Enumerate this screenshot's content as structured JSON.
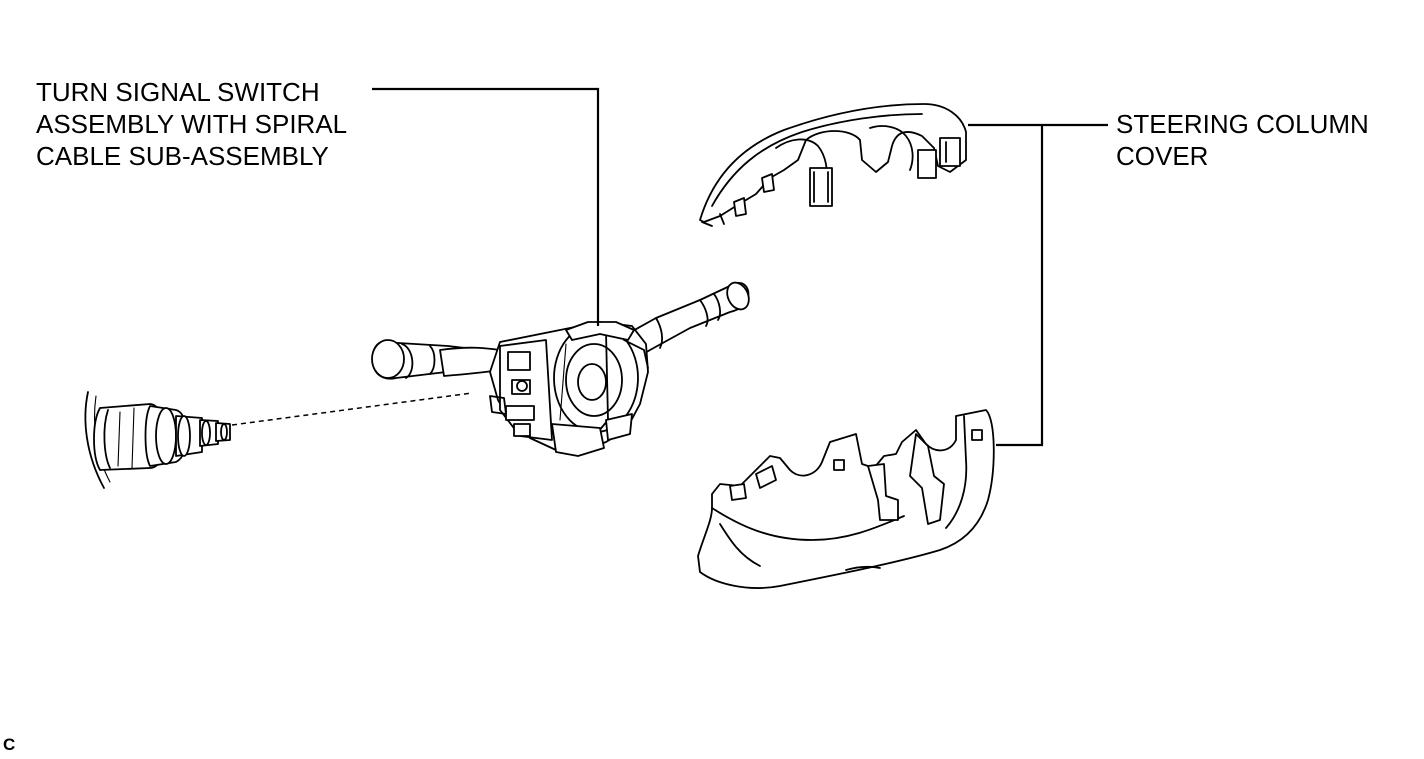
{
  "labels": {
    "switch_assembly": [
      "TURN SIGNAL SWITCH",
      "ASSEMBLY WITH SPIRAL",
      "CABLE SUB-ASSEMBLY"
    ],
    "column_cover": [
      "STEERING COLUMN",
      "COVER"
    ]
  },
  "corner_code": "C",
  "colors": {
    "ink": "#000000",
    "paper": "#ffffff"
  }
}
